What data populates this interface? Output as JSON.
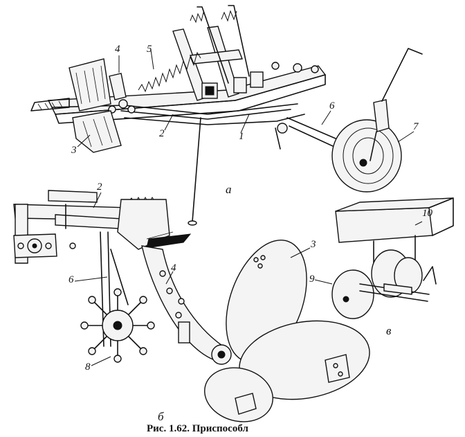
{
  "figure": {
    "caption": "Рис. 1.62. Приспособл",
    "panels": {
      "a": "а",
      "b": "б",
      "v": "в"
    },
    "callouts": [
      "1",
      "2",
      "3",
      "4",
      "5",
      "6",
      "7",
      "2",
      "3",
      "4",
      "6",
      "8",
      "9",
      "10"
    ]
  }
}
